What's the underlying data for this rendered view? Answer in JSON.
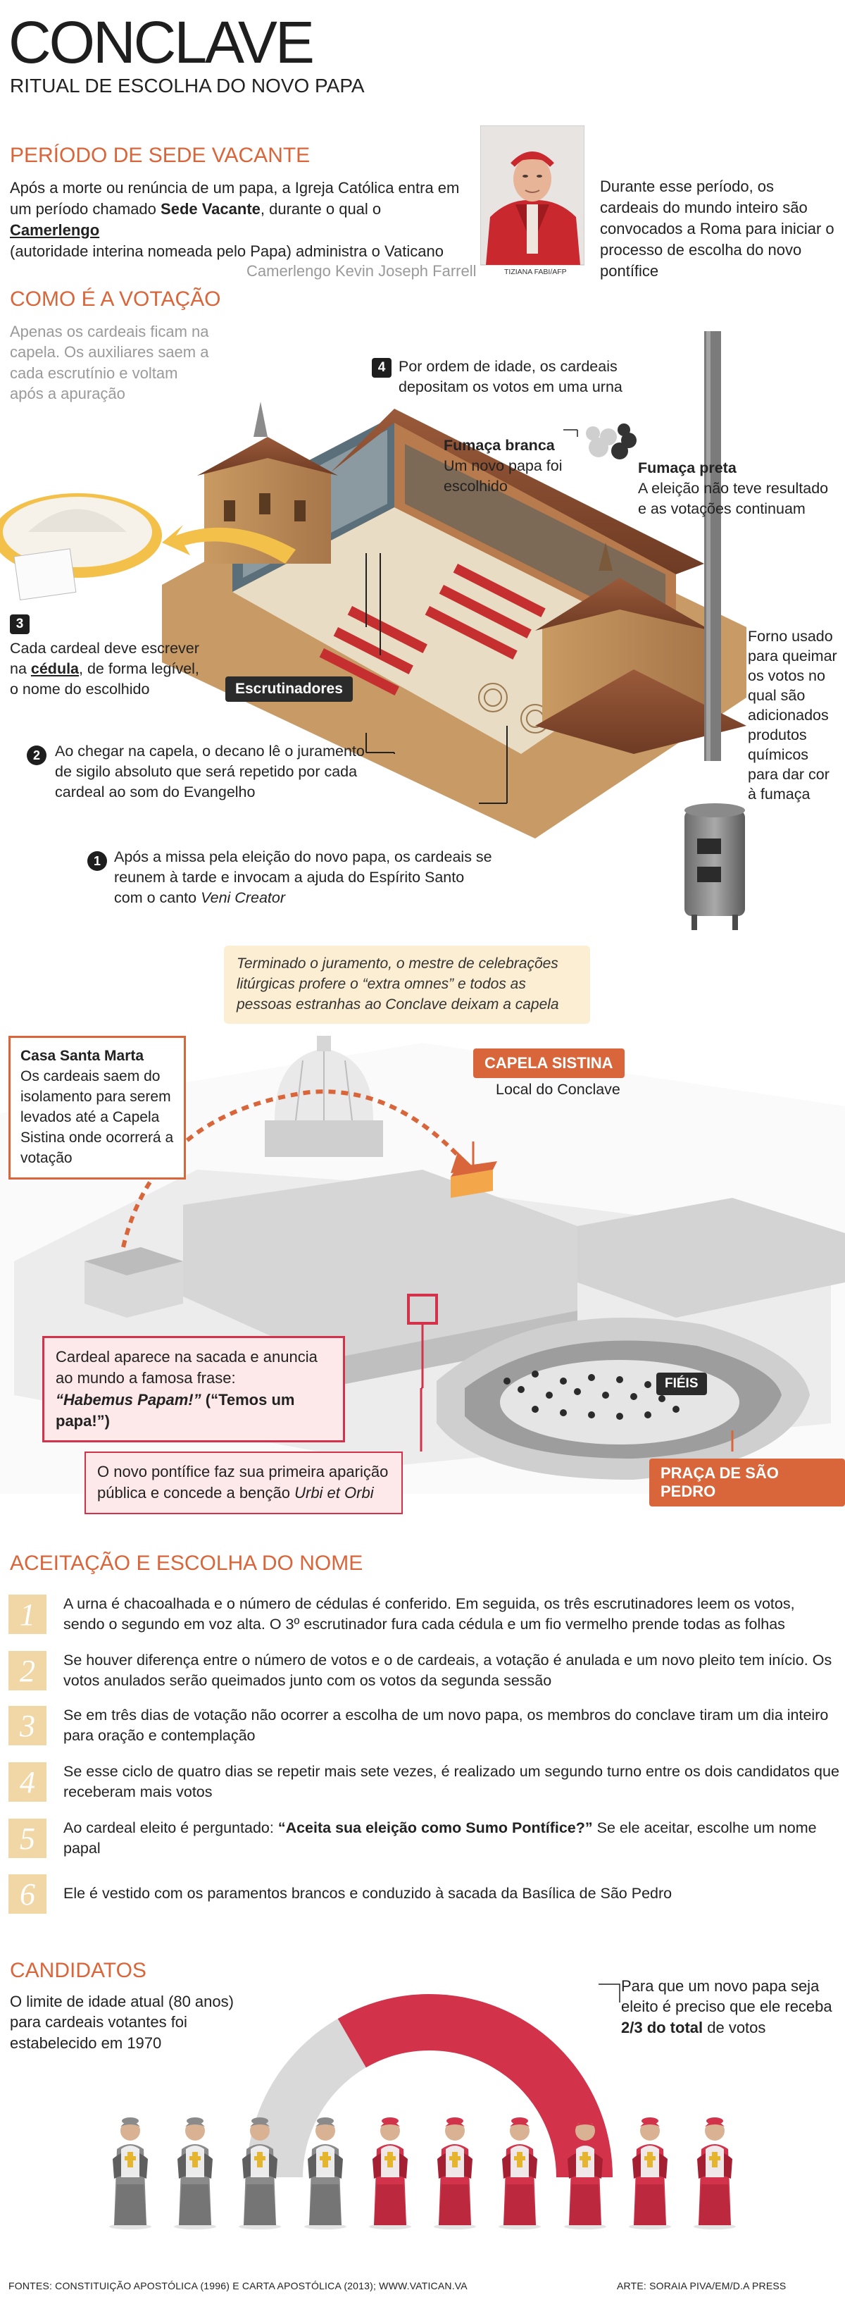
{
  "header": {
    "title": "CONCLAVE",
    "subtitle": "RITUAL DE ESCOLHA DO NOVO PAPA"
  },
  "sede_vacante": {
    "heading": "PERÍODO DE SEDE VACANTE",
    "text_1": "Após a morte ou renúncia de um papa, a Igreja Católica entra em",
    "text_2a": "um período chamado ",
    "text_2b": "Sede Vacante",
    "text_2c": ", durante o qual o ",
    "text_2d": "Camerlengo",
    "text_3": "(autoridade interina nomeada pelo Papa) administra o Vaticano",
    "right_text": "Durante esse período, os cardeais do mundo inteiro são convocados a Roma para iniciar o processo de escolha do novo pontífice",
    "photo_caption": "Camerlengo Kevin Joseph Farrell",
    "photo_credit": "TIZIANA FABI/AFP"
  },
  "votacao": {
    "heading": "COMO É A VOTAÇÃO",
    "intro": "Apenas os cardeais ficam na capela. Os auxiliares saem a cada escrutínio e voltam após a apuração",
    "step4_number": "4",
    "step4": "Por ordem de idade, os cardeais depositam os votos em uma urna",
    "fumaca_branca_title": "Fumaça branca",
    "fumaca_branca_text": "Um novo papa foi escolhido",
    "fumaca_preta_title": "Fumaça preta",
    "fumaca_preta_text": "A eleição não teve resultado e as votações continuam",
    "step3_number": "3",
    "step3a": "Cada cardeal deve escrever na ",
    "step3b": "cédula",
    "step3c": ", de forma legível, o nome do escolhido",
    "escrutinadores": "Escrutinadores",
    "forno": "Forno usado para queimar os votos no qual são adicionados produtos químicos para dar cor à fumaça",
    "step2_number": "2",
    "step2": "Ao chegar na capela, o decano lê o juramento de sigilo absoluto que será repetido por cada cardeal ao som do Evangelho",
    "step1_number": "1",
    "step1a": "Após a missa pela eleição do novo papa, os cardeais se reunem à tarde e invocam a ajuda do Espírito Santo com o canto ",
    "step1b": "Veni Creator",
    "juramento_note": "Terminado o juramento, o mestre de celebrações litúrgicas profere o “extra omnes” e todos as pessoas estranhas ao Conclave deixam a capela"
  },
  "mapa": {
    "casa_title": "Casa Santa Marta",
    "casa_text": "Os cardeais saem do isolamento para serem levados até a Capela Sistina onde ocorrerá a votação",
    "capela_tag": "CAPELA SISTINA",
    "capela_sub": "Local do Conclave",
    "sacada_a": "Cardeal aparece na sacada e anuncia ao mundo a famosa frase:",
    "sacada_b": "“Habemus Papam!”",
    "sacada_c": " (“Temos um papa!”)",
    "pontifice_a": "O novo pontífice faz sua primeira aparição pública e concede a benção ",
    "pontifice_b": "Urbi et Orbi",
    "fieis": "FIÉIS",
    "praca": "PRAÇA DE SÃO PEDRO"
  },
  "aceitacao": {
    "heading": "ACEITAÇÃO E ESCOLHA DO NOME",
    "steps": [
      {
        "n": "1",
        "text": "A urna é chacoalhada e o número de cédulas é conferido. Em seguida, os três escrutinadores leem os votos, sendo o segundo em voz alta. O 3º escrutinador fura cada cédula e um fio vermelho prende todas as folhas"
      },
      {
        "n": "2",
        "text": "Se houver diferença entre o número de votos e o de cardeais, a votação é anulada e um novo pleito tem início. Os votos anulados serão queimados junto com os votos da segunda sessão"
      },
      {
        "n": "3",
        "text": "Se em três dias de votação não ocorrer a escolha de um novo papa, os membros do conclave tiram um dia inteiro para oração e contemplação"
      },
      {
        "n": "4",
        "text": "Se esse ciclo de quatro dias se repetir mais sete vezes, é realizado um segundo turno entre os dois candidatos que receberam mais votos"
      },
      {
        "n": "5",
        "text_a": "Ao cardeal eleito é perguntado: ",
        "text_b": "“Aceita sua eleição como Sumo Pontífice?”",
        "text_c": " Se ele aceitar, escolhe um nome papal"
      },
      {
        "n": "6",
        "text": "Ele é vestido com os paramentos brancos e conduzido à sacada da Basílica de São Pedro"
      }
    ]
  },
  "candidatos": {
    "heading": "CANDIDATOS",
    "left_text": "O limite de idade atual (80 anos) para cardeais votantes foi estabelecido em 1970",
    "right_a": "Para que um novo papa seja eleito é preciso que ele receba ",
    "right_b": "2/3 do total",
    "right_c": " de votos",
    "fraction_required": 0.667,
    "total_figures": 10,
    "red_figures": 6
  },
  "footer": {
    "sources": "FONTES: CONSTITUIÇÃO APOSTÓLICA (1996) E CARTA APOSTÓLICA (2013); WWW.VATICAN.VA",
    "credits": "ARTE: SORAIA PIVA/EM/D.A PRESS"
  },
  "colors": {
    "accent": "#d9663a",
    "red": "#d2334a",
    "cream": "#fbeed2",
    "step_num_bg": "#f2d7a6"
  }
}
